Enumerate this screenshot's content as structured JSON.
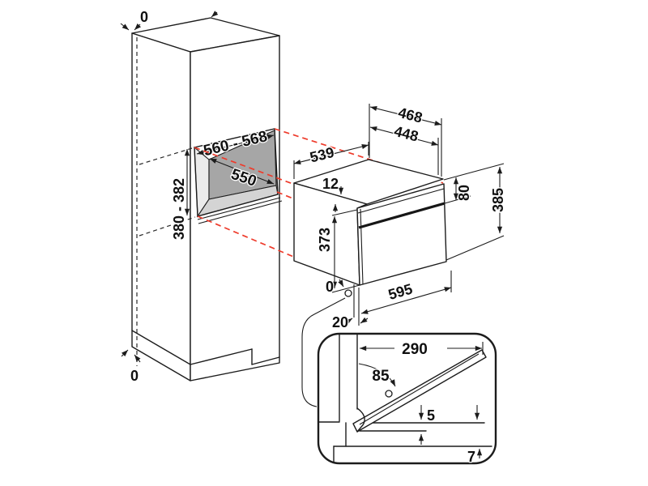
{
  "diagram": {
    "title": "built-in compact oven installation dimensions",
    "units": "mm",
    "colors": {
      "projection_red": "#ee3b2b",
      "line": "#1c1c1c",
      "niche_back": "#a6a6a6",
      "niche_floor": "#d4d4d4",
      "niche_side": "#ebebeb"
    }
  },
  "cabinet": {
    "top_gap": "0",
    "bottom_gap": "0",
    "niche_width": "560 - 568",
    "niche_depth": "550",
    "niche_height": "380 - 382"
  },
  "oven": {
    "depth_total": "468",
    "depth_body": "448",
    "body_width": "539",
    "top_recess": "12",
    "panel_height": "80",
    "total_height": "385",
    "door_height": "373",
    "front_width": "595",
    "front_protrusion": "20",
    "ref_zero": "0"
  },
  "door_detail": {
    "open_reach": "290",
    "open_angle": "85",
    "door_gap": "5",
    "shelf_clearance": "7"
  }
}
